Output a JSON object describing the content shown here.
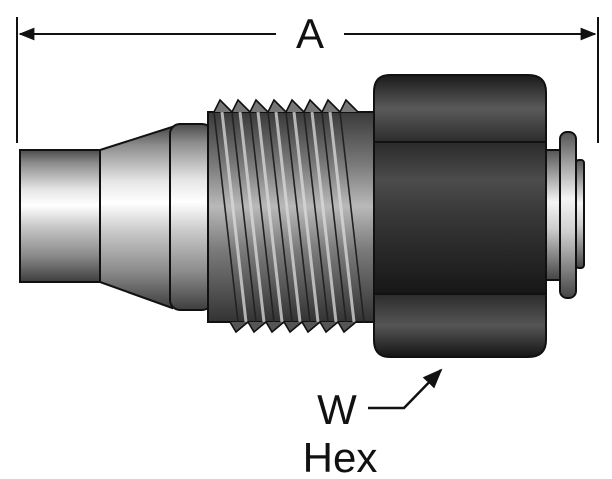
{
  "dimension": {
    "label": "A"
  },
  "callout": {
    "line1": "W",
    "line2": "Hex"
  }
}
